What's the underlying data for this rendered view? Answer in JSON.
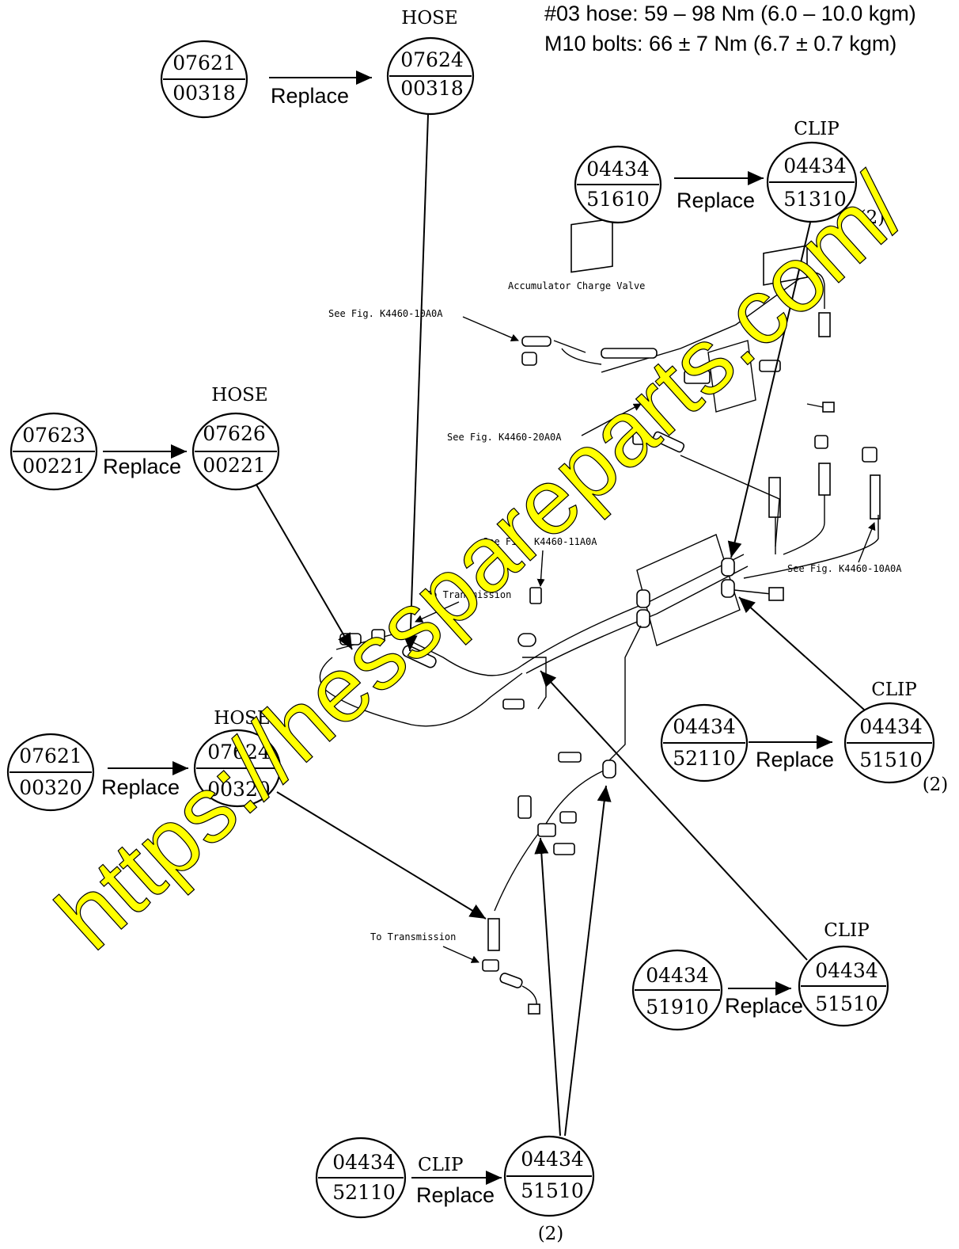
{
  "notes": {
    "line1": "#03 hose: 59 – 98 Nm (6.0 – 10.0 kgm)",
    "line2": "M10 bolts: 66 ± 7 Nm (6.7 ± 0.7 kgm)"
  },
  "labels": {
    "hose": "HOSE",
    "clip": "CLIP",
    "replace": "Replace",
    "qty2": "(2)",
    "accumulator": "Accumulator Charge Valve",
    "see_10a": "See Fig. K4460-10A0A",
    "see_20a": "See Fig. K4460-20A0A",
    "see_11a": "See Fig. K4460-11A0A",
    "see_10a_b": "See Fig. K4460-10A0A",
    "to_transmission_1": "To Transmission",
    "to_transmission_2": "To Transmission"
  },
  "parts": {
    "p1_old": [
      "07621",
      "00318"
    ],
    "p1_new": [
      "07624",
      "00318"
    ],
    "p2_old": [
      "04434",
      "51610"
    ],
    "p2_new": [
      "04434",
      "51310"
    ],
    "p3_old": [
      "07623",
      "00221"
    ],
    "p3_new": [
      "07626",
      "00221"
    ],
    "p4_old": [
      "07621",
      "00320"
    ],
    "p4_new": [
      "07624",
      "00320"
    ],
    "p5_old": [
      "04434",
      "52110"
    ],
    "p5_new": [
      "04434",
      "51510"
    ],
    "p6_old": [
      "04434",
      "51910"
    ],
    "p6_new": [
      "04434",
      "51510"
    ],
    "p7_old": [
      "04434",
      "52110"
    ],
    "p7_new": [
      "04434",
      "51510"
    ]
  },
  "watermark": "https://hesspareparts.com/"
}
